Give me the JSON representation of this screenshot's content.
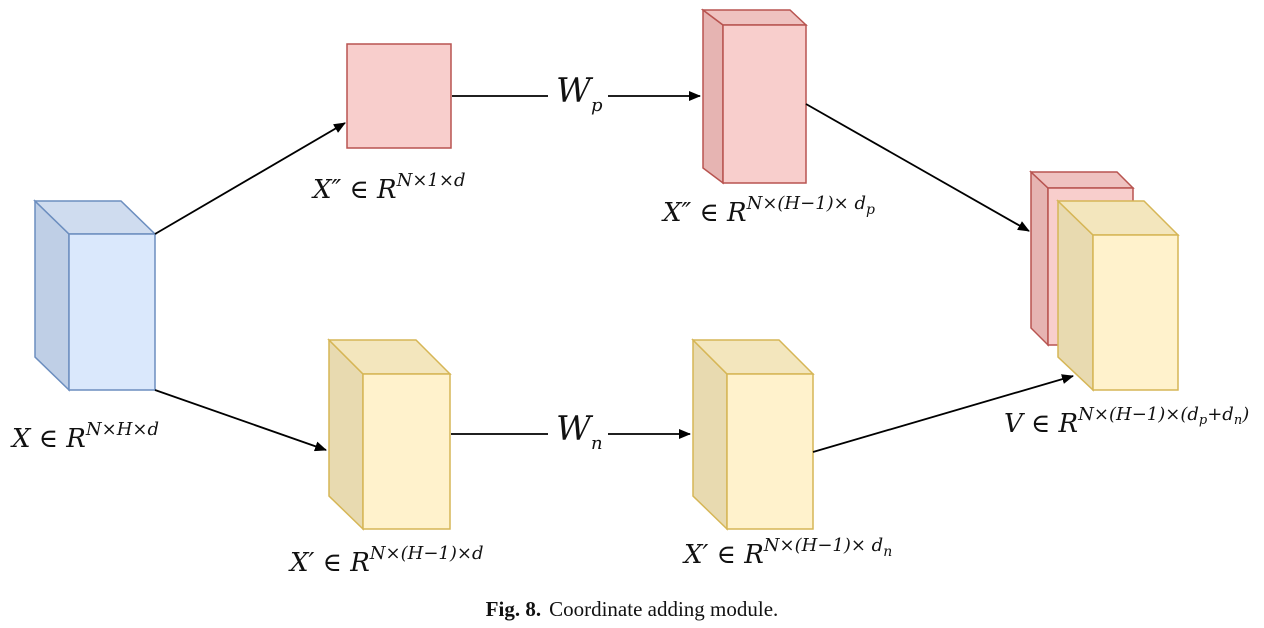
{
  "colors": {
    "blue_front": "#dae8fc",
    "blue_side": "#bfcfe6",
    "blue_stroke": "#6c8ebf",
    "red_front": "#f8cecc",
    "red_side": "#e6b4b2",
    "red_stroke": "#b85450",
    "yellow_front": "#fff2cc",
    "yellow_side": "#e8dab0",
    "yellow_stroke": "#d6b656",
    "arrow": "#000000"
  },
  "labels": {
    "input": {
      "base": "X ∈ R",
      "sup": "N×H×d"
    },
    "pool_top": {
      "base": "X″ ∈ R",
      "sup": "N×1×d"
    },
    "top_out": {
      "base": "X″ ∈ R",
      "sup": "N×(H−1)× d",
      "sub": "p"
    },
    "bottom_in": {
      "base": "X′ ∈ R",
      "sup": "N×(H−1)×d"
    },
    "bottom_out": {
      "base": "X′ ∈ R",
      "sup": "N×(H−1)× d",
      "sub": "n"
    },
    "output": {
      "base": "V ∈ R",
      "sup": "N×(H−1)×(d",
      "sub1": "p",
      "mid": "+d",
      "sub2": "n",
      "end": ")"
    }
  },
  "weights": {
    "top": {
      "base": "W",
      "sub": "p"
    },
    "bottom": {
      "base": "W",
      "sub": "n"
    }
  },
  "caption": {
    "prefix": "Fig. 8.",
    "text": "Coordinate adding module."
  }
}
